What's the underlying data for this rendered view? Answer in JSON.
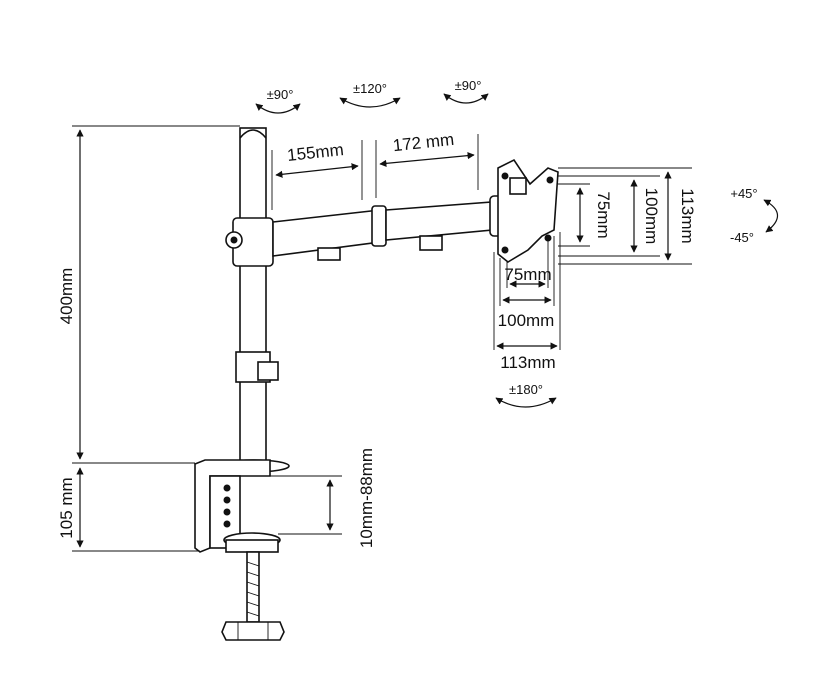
{
  "rotation": {
    "arm_joint_1": "±90°",
    "arm_joint_2": "±120°",
    "head_swivel": "±90°",
    "tilt_up": "+45°",
    "tilt_down": "-45°",
    "rotate": "±180°"
  },
  "dimensions": {
    "pole_height": "400mm",
    "clamp_height": "105 mm",
    "desk_range": "10mm-88mm",
    "arm_segment_1": "155mm",
    "arm_segment_2": "172 mm",
    "vesa_v_75": "75mm",
    "vesa_v_100": "100mm",
    "vesa_v_113": "113mm",
    "vesa_h_75": "75mm",
    "vesa_h_100": "100mm",
    "vesa_h_113": "113mm"
  },
  "colors": {
    "line": "#111111",
    "background": "#ffffff"
  }
}
